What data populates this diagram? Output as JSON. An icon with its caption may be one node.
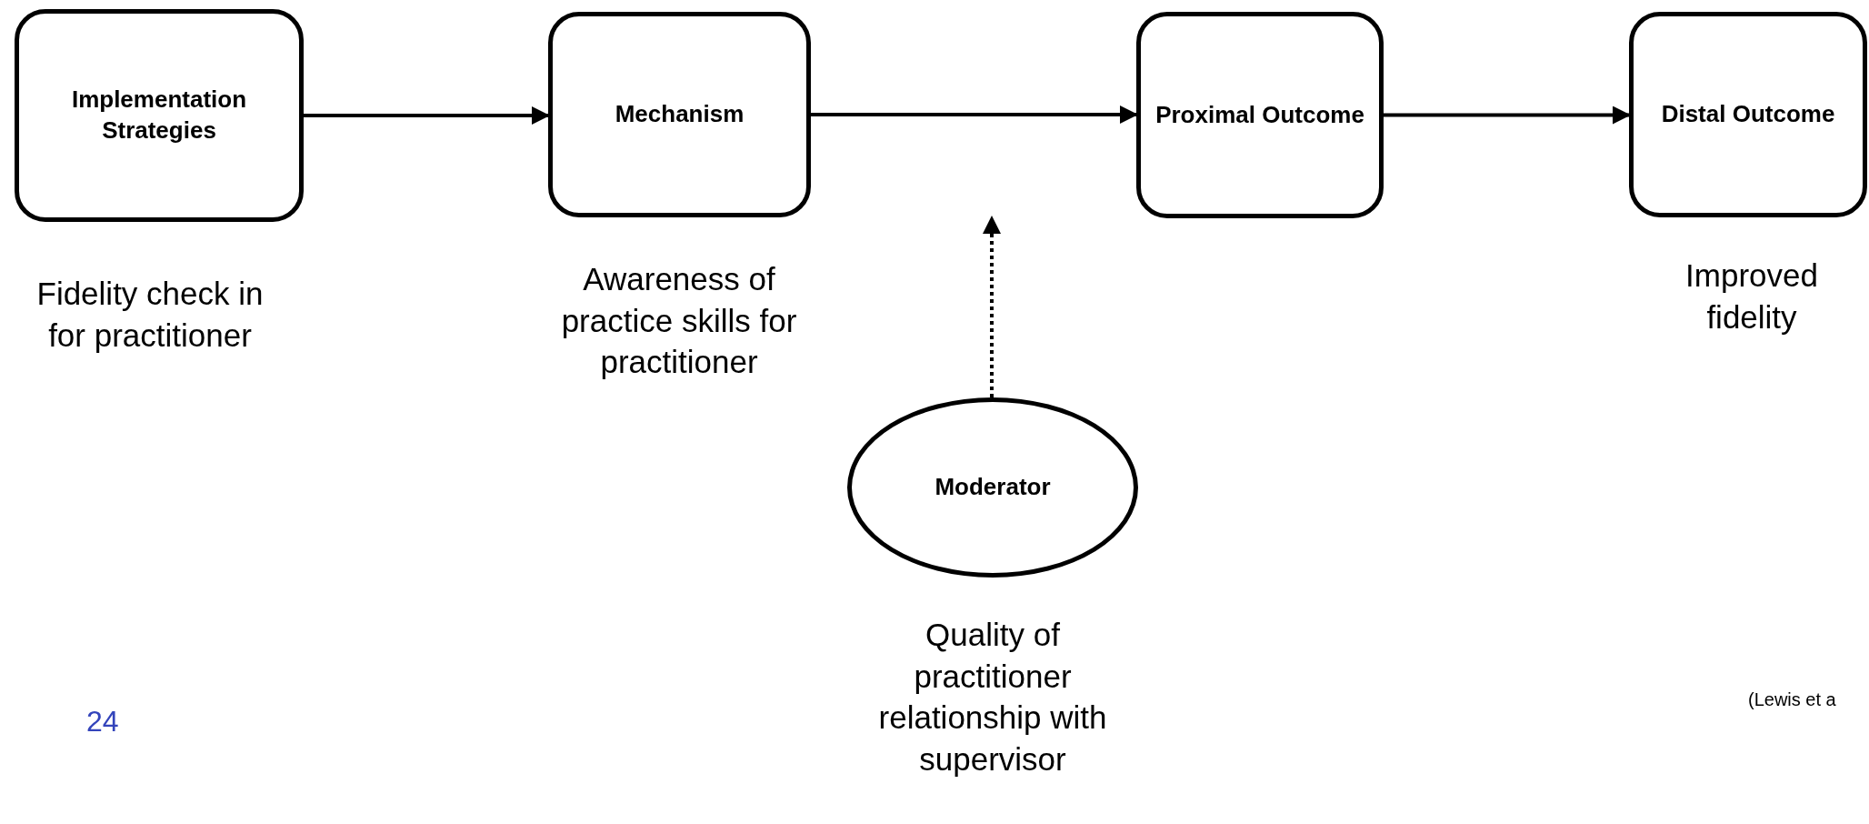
{
  "diagram": {
    "nodes": [
      {
        "text": [
          "Implementation Strategies"
        ],
        "beside": [
          "Fidelity check in for practitioner"
        ]
      },
      {
        "text": [
          "Mechanism"
        ],
        "beside": [
          "Awareness of practice skills for practitioner"
        ]
      },
      {
        "text": [
          "Proximal Outcome"
        ]
      },
      {
        "text": [
          "Distal Outcome"
        ],
        "beside": [
          "Improved fidelity"
        ]
      },
      {
        "text": [
          "Moderator"
        ],
        "beside": [
          "Quality of practitioner relationship with supervisor"
        ]
      }
    ],
    "edges": [
      {
        "from": 0,
        "to": 1,
        "arrow": "to"
      },
      {
        "from": 1,
        "to": 2,
        "arrow": "to"
      },
      {
        "from": 2,
        "to": 3,
        "arrow": "to"
      },
      {
        "from": 4,
        "to": null,
        "arrow": "to",
        "style": "dashed"
      }
    ],
    "labels": [
      "24",
      "(Lewis et a"
    ]
  }
}
